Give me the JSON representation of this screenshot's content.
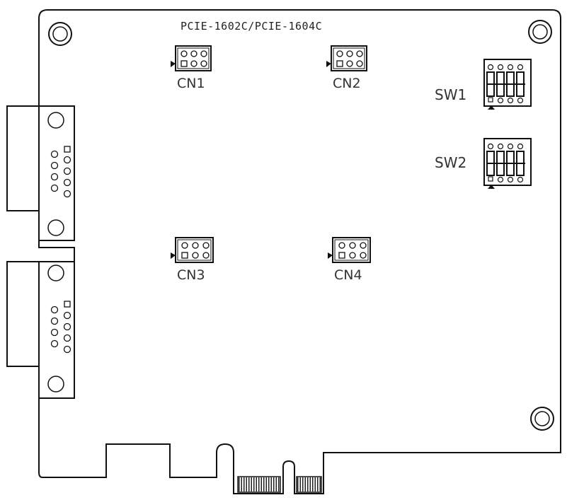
{
  "board": {
    "title": "PCIE-1602C/PCIE-1604C",
    "line_color": "#111111"
  },
  "connectors": [
    {
      "id": "cn1",
      "label": "CN1"
    },
    {
      "id": "cn2",
      "label": "CN2"
    },
    {
      "id": "cn3",
      "label": "CN3"
    },
    {
      "id": "cn4",
      "label": "CN4"
    }
  ],
  "switches": [
    {
      "id": "sw1",
      "label": "SW1"
    },
    {
      "id": "sw2",
      "label": "SW2"
    }
  ]
}
